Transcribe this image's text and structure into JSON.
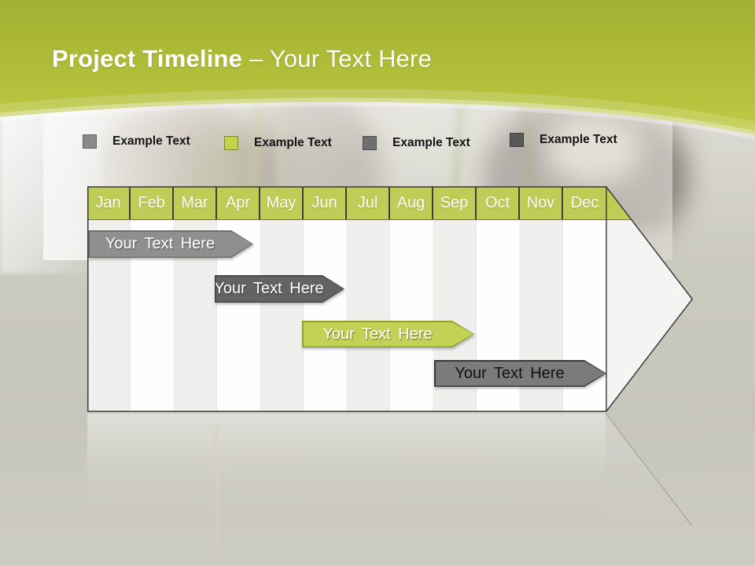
{
  "slide_title": {
    "bold": "Project Timeline",
    "light": "– Your Text Here"
  },
  "legend": {
    "items": [
      {
        "label": "Example Text",
        "swatch_color": "#8a8a8a"
      },
      {
        "label": "Example Text",
        "swatch_color": "#c5d34b"
      },
      {
        "label": "Example Text",
        "swatch_color": "#6f6f6f"
      },
      {
        "label": "Example Text",
        "swatch_color": "#595959"
      }
    ]
  },
  "timeline": {
    "months": [
      "Jan",
      "Feb",
      "Mar",
      "Apr",
      "May",
      "Jun",
      "Jul",
      "Aug",
      "Sep",
      "Oct",
      "Nov",
      "Dec"
    ],
    "bars": [
      {
        "label": "Your Text Here",
        "fill": "#8f8f8f",
        "text_color": "#ffffff",
        "row": 1
      },
      {
        "label": "Your Text Here",
        "fill": "#636363",
        "text_color": "#ffffff",
        "row": 2
      },
      {
        "label": "Your Text Here",
        "fill": "#c3d154",
        "text_color": "#ffffff",
        "row": 3
      },
      {
        "label": "Your Text Here",
        "fill": "#7b7b7b",
        "text_color": "#121212",
        "row": 4
      }
    ]
  },
  "chart_data": {
    "type": "gantt-timeline",
    "categories": [
      "Jan",
      "Feb",
      "Mar",
      "Apr",
      "May",
      "Jun",
      "Jul",
      "Aug",
      "Sep",
      "Oct",
      "Nov",
      "Dec"
    ],
    "bars": [
      {
        "name": "Your Text Here",
        "start_month": 0.0,
        "end_month": 3.8,
        "color": "#8f8f8f"
      },
      {
        "name": "Your Text Here",
        "start_month": 2.9,
        "end_month": 5.9,
        "color": "#636363"
      },
      {
        "name": "Your Text Here",
        "start_month": 4.9,
        "end_month": 8.9,
        "color": "#c3d154"
      },
      {
        "name": "Your Text Here",
        "start_month": 8.0,
        "end_month": 12.0,
        "color": "#7b7b7b"
      }
    ],
    "title": "Project Timeline – Your Text Here",
    "legend_position": "top",
    "grid": "alternating-column-stripes"
  },
  "colors": {
    "header_green_top": "#a4b233",
    "header_green_bottom": "#bdca43",
    "month_cell_green": "#bfcc55",
    "stripe_gray": "#efefed",
    "stripe_white": "#fefefe",
    "chart_outline": "#3a3a3a",
    "background": "#cbcabf"
  }
}
